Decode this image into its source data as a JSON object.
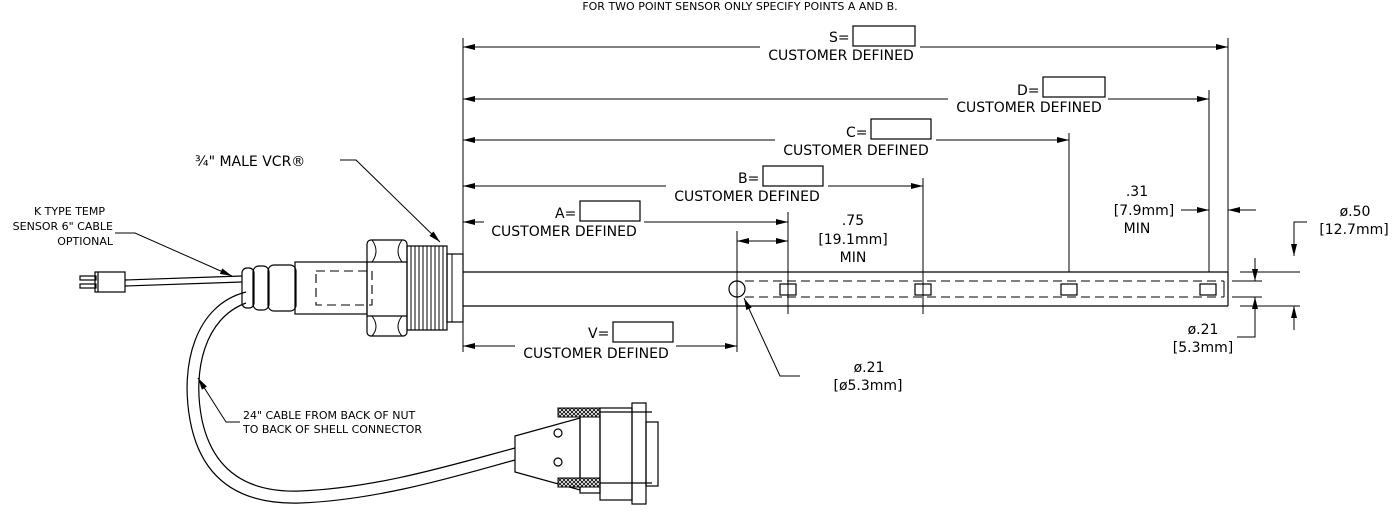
{
  "note": "FOR TWO POINT SENSOR ONLY SPECIFY POINTS A AND B.",
  "callouts": {
    "vcr": "¾\" MALE VCR®",
    "k_type_line1": "K TYPE TEMP",
    "k_type_line2": "SENSOR 6\" CABLE",
    "k_type_line3": "OPTIONAL",
    "cable_line1": "24\" CABLE FROM BACK OF NUT",
    "cable_line2": "TO BACK OF SHELL CONNECTOR"
  },
  "dimensions": {
    "customer_defined": "CUSTOMER DEFINED",
    "s_label": "S=",
    "d_label": "D=",
    "c_label": "C=",
    "b_label": "B=",
    "a_label": "A=",
    "v_label": "V=",
    "min_label": "MIN",
    "spacing_in": ".75",
    "spacing_mm": "[19.1mm]",
    "offset_in": ".31",
    "offset_mm": "[7.9mm]",
    "dia_outer_in": "ø.50",
    "dia_outer_mm": "[12.7mm]",
    "dia_inner_in": "ø.21",
    "dia_inner_mm": "[5.3mm]",
    "hole_in": "ø.21",
    "hole_mm": "[ø5.3mm]"
  },
  "colors": {
    "line": "#000000",
    "background": "#ffffff"
  }
}
